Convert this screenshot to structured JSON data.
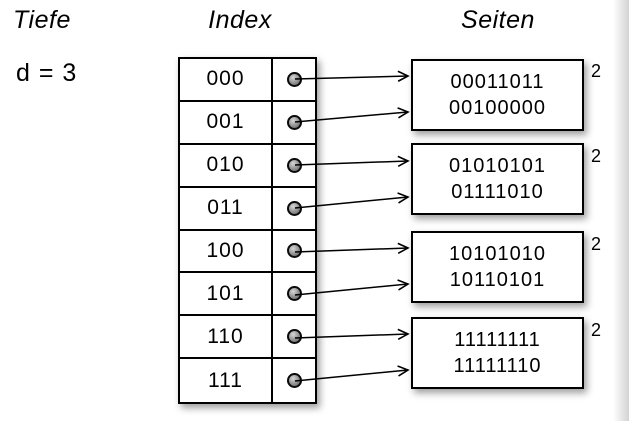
{
  "headings": {
    "depth_col": "Tiefe",
    "index_col": "Index",
    "pages_col": "Seiten"
  },
  "global_depth": {
    "label": "d = 3"
  },
  "index_table": {
    "rows": [
      {
        "label": "000"
      },
      {
        "label": "001"
      },
      {
        "label": "010"
      },
      {
        "label": "011"
      },
      {
        "label": "100"
      },
      {
        "label": "101"
      },
      {
        "label": "110"
      },
      {
        "label": "111"
      }
    ]
  },
  "pages": [
    {
      "lines": [
        "00011011",
        "00100000"
      ],
      "local_depth": "2"
    },
    {
      "lines": [
        "01010101",
        "01111010"
      ],
      "local_depth": "2"
    },
    {
      "lines": [
        "10101010",
        "10110101"
      ],
      "local_depth": "2"
    },
    {
      "lines": [
        "11111111",
        "11111110"
      ],
      "local_depth": "2"
    }
  ],
  "colors": {
    "stroke": "#000000",
    "background": "#ffffff",
    "dot_fill": "#9c9c9c",
    "edge_shadow": "#6e6e6e"
  }
}
